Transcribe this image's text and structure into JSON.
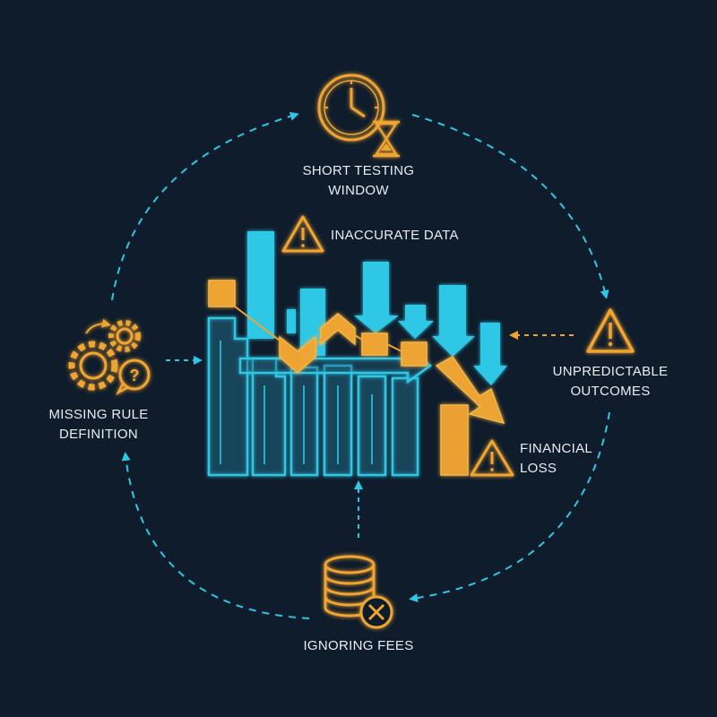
{
  "labels": {
    "short_testing_window": [
      "SHORT TESTING",
      "WINDOW"
    ],
    "inaccurate_data": "INACCURATE DATA",
    "unpredictable_outcomes": [
      "UNPREDICTABLE",
      "OUTCOMES"
    ],
    "financial_loss": [
      "FINANCIAL",
      "LOSS"
    ],
    "missing_rule_definition": [
      "MISSING RULE",
      "DEFINITION"
    ],
    "ignoring_fees": "IGNORING FEES"
  },
  "icons": {
    "top": "clock-hourglass-icon",
    "left": "gears-question-icon",
    "right": "warning-triangle-icon",
    "bottom": "coins-cancel-icon",
    "chart_warning_top": "warning-triangle-icon",
    "chart_warning_bottom": "warning-triangle-icon"
  },
  "colors": {
    "background": "#0f1c2b",
    "cyan": "#2fc7e6",
    "orange": "#f0a533",
    "text": "#e8edf2"
  }
}
